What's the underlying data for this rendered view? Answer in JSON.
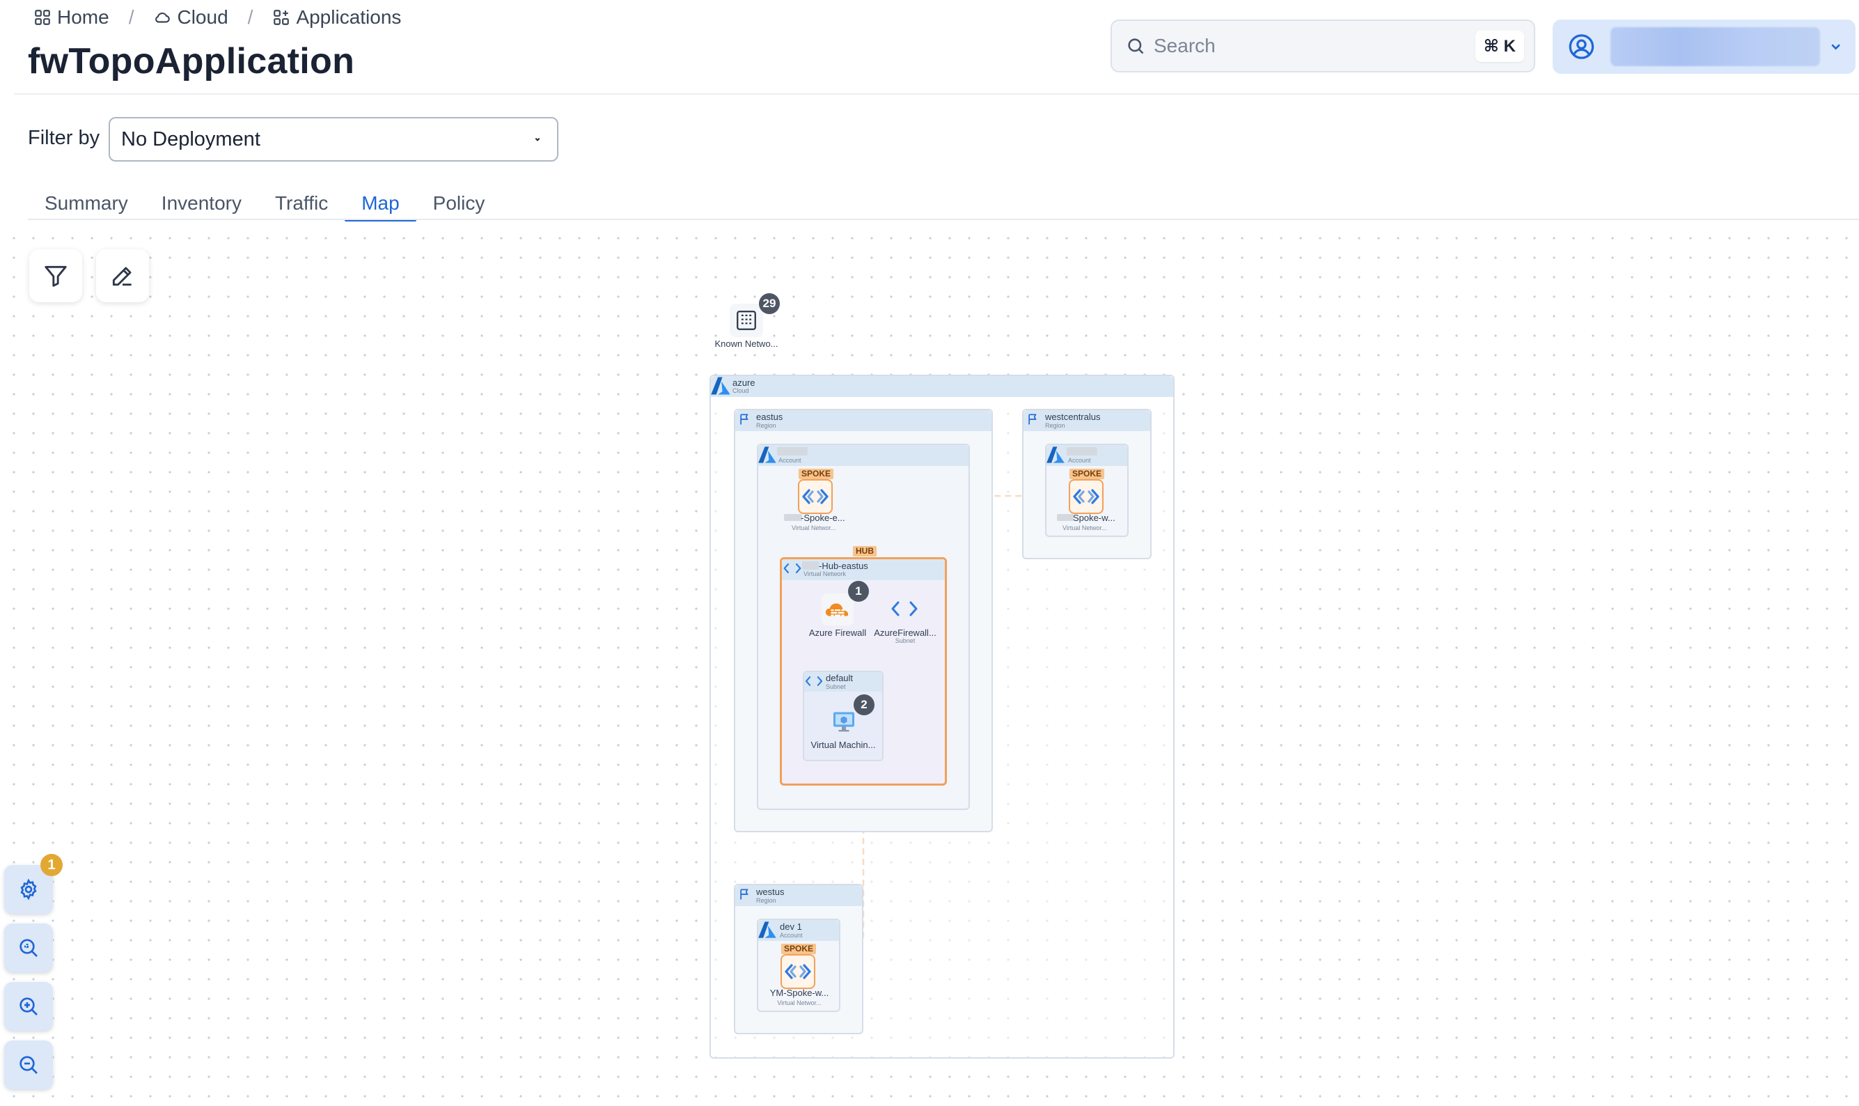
{
  "breadcrumb": {
    "home": "Home",
    "cloud": "Cloud",
    "applications": "Applications",
    "separator": "/"
  },
  "page": {
    "title": "fwTopoApplication"
  },
  "search": {
    "placeholder": "Search",
    "shortcut": "⌘ K"
  },
  "filter": {
    "label": "Filter by",
    "value": "No Deployment"
  },
  "tabs": [
    {
      "label": "Summary"
    },
    {
      "label": "Inventory"
    },
    {
      "label": "Traffic"
    },
    {
      "label": "Map",
      "active": true
    },
    {
      "label": "Policy"
    }
  ],
  "map_tools": {
    "settings_badge": "1"
  },
  "topology": {
    "known_networks": {
      "label": "Known Netwo...",
      "count": "29"
    },
    "cloud": {
      "name": "azure",
      "type": "Cloud"
    },
    "regions": {
      "eastus": {
        "name": "eastus",
        "type": "Region"
      },
      "westcentralus": {
        "name": "westcentralus",
        "type": "Region"
      },
      "westus": {
        "name": "westus",
        "type": "Region"
      }
    },
    "accounts": {
      "eastus_account": {
        "type": "Account"
      },
      "westcentralus_account": {
        "type": "Account"
      },
      "westus_account": {
        "name": "dev 1",
        "type": "Account"
      }
    },
    "tags": {
      "spoke": "SPOKE",
      "hub": "HUB"
    },
    "vnets": {
      "spoke_eastus": {
        "name": "-Spoke-e...",
        "type": "Virtual Networ..."
      },
      "spoke_westcentralus": {
        "name": "Spoke-w...",
        "type": "Virtual Networ..."
      },
      "spoke_westus": {
        "name": "YM-Spoke-w...",
        "type": "Virtual Networ..."
      },
      "hub_eastus": {
        "name": "-Hub-eastus",
        "type": "Virtual Network"
      }
    },
    "firewall": {
      "name": "Azure Firewall",
      "count": "1"
    },
    "firewall_subnet": {
      "name": "AzureFirewall...",
      "type": "Subnet"
    },
    "default_subnet": {
      "name": "default",
      "type": "Subnet"
    },
    "vm": {
      "name": "Virtual Machin...",
      "count": "2"
    }
  },
  "colors": {
    "accent": "#1f66d6",
    "hub_border": "#f2a05a",
    "connection": "#f0b07a",
    "region_header": "#d9e7f4",
    "badge_orange": "#e3a832"
  }
}
